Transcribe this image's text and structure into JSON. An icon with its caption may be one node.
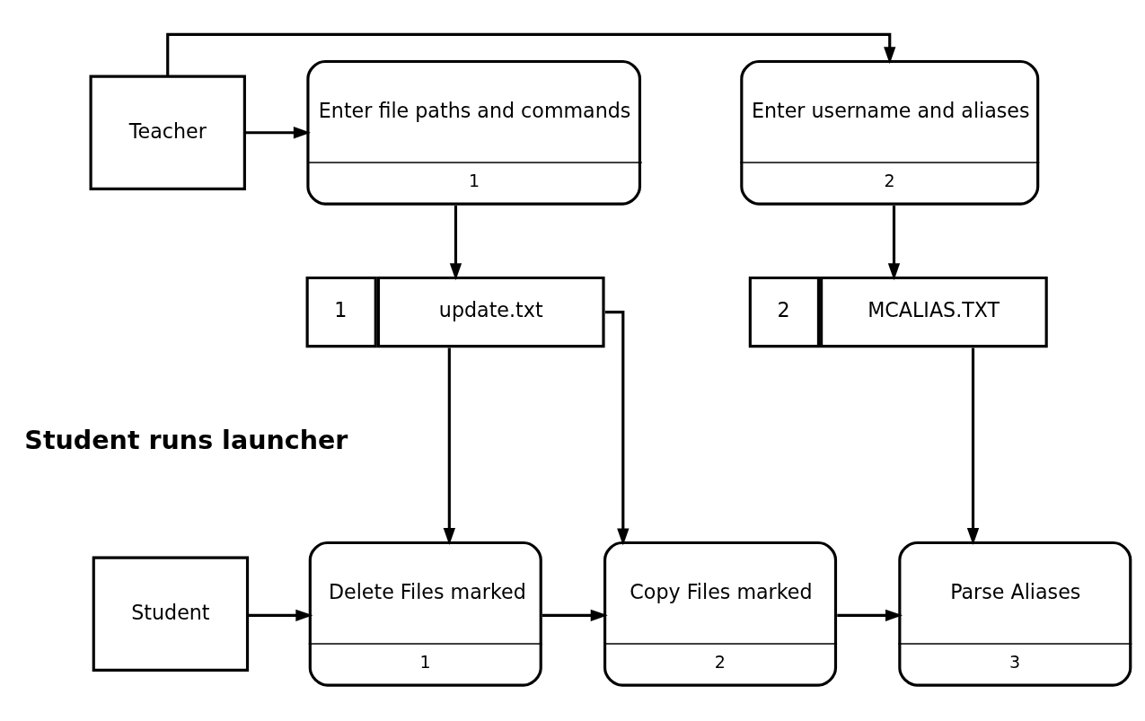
{
  "diagram": {
    "nodes": [
      {
        "text": [
          "Teacher"
        ]
      },
      {
        "text": [
          "Enter file paths and commands",
          "1"
        ]
      },
      {
        "text": [
          "Enter username and aliases",
          "2"
        ]
      },
      {
        "text": [
          "1",
          "update.txt"
        ]
      },
      {
        "text": [
          "2",
          "MCALIAS.TXT"
        ]
      },
      {
        "text": [
          "Student"
        ]
      },
      {
        "text": [
          "Delete Files marked",
          "1"
        ]
      },
      {
        "text": [
          "Copy Files marked",
          "2"
        ]
      },
      {
        "text": [
          "Parse Aliases",
          "3"
        ]
      }
    ],
    "edges": [
      {
        "from": 0,
        "to": 1,
        "arrow": "to"
      },
      {
        "from": 0,
        "to": 2,
        "arrow": "to"
      },
      {
        "from": 1,
        "to": 3,
        "arrow": "to"
      },
      {
        "from": 2,
        "to": 4,
        "arrow": "to"
      },
      {
        "from": 3,
        "to": 6,
        "arrow": "to"
      },
      {
        "from": 3,
        "to": 7,
        "arrow": "to"
      },
      {
        "from": 4,
        "to": 8,
        "arrow": "to"
      },
      {
        "from": 5,
        "to": 6,
        "arrow": "to"
      },
      {
        "from": 6,
        "to": 7,
        "arrow": "to"
      },
      {
        "from": 7,
        "to": 8,
        "arrow": "to"
      }
    ],
    "labels": [
      "Student runs launcher"
    ]
  }
}
